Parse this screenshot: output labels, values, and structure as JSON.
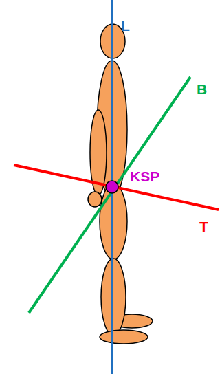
{
  "diagram": {
    "labels": [
      "L",
      "B",
      "KSP",
      "T"
    ]
  }
}
